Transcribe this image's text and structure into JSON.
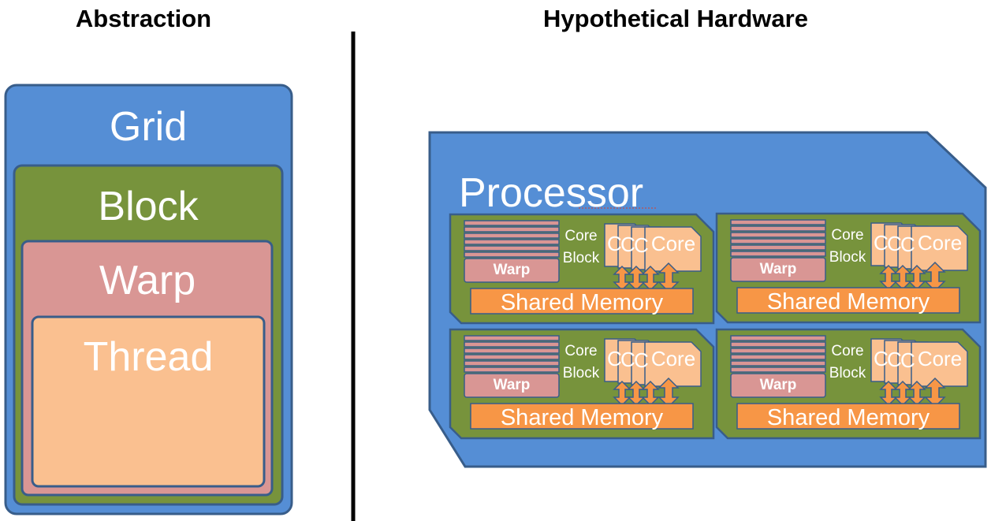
{
  "headings": {
    "left": "Abstraction",
    "right": "Hypothetical Hardware"
  },
  "abstraction": {
    "grid": "Grid",
    "block": "Block",
    "warp": "Warp",
    "thread": "Thread"
  },
  "hardware": {
    "processor": "Processor",
    "units": [
      {
        "warp": "Warp",
        "core_block_line1": "Core",
        "core_block_line2": "Block",
        "core": "Core",
        "core_partial": "C",
        "shared_memory": "Shared Memory"
      },
      {
        "warp": "Warp",
        "core_block_line1": "Core",
        "core_block_line2": "Block",
        "core": "Core",
        "core_partial": "C",
        "shared_memory": "Shared Memory"
      },
      {
        "warp": "Warp",
        "core_block_line1": "Core",
        "core_block_line2": "Block",
        "core": "Core",
        "core_partial": "C",
        "shared_memory": "Shared Memory"
      },
      {
        "warp": "Warp",
        "core_block_line1": "Core",
        "core_block_line2": "Block",
        "core": "Core",
        "core_partial": "C",
        "shared_memory": "Shared Memory"
      }
    ]
  },
  "colors": {
    "grid_blue": "#558ED5",
    "block_green": "#77933C",
    "warp_pink": "#D99694",
    "thread_peach": "#FAC090",
    "memory_orange": "#F79646",
    "outline": "#385D8A"
  }
}
